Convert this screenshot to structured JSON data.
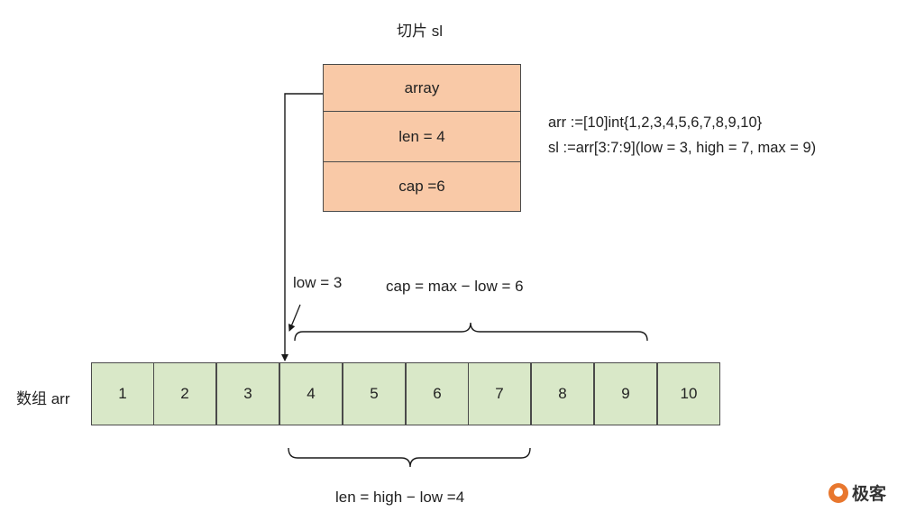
{
  "slice": {
    "title": "切片 sl",
    "fields": [
      "array",
      "len = 4",
      "cap =6"
    ]
  },
  "code": {
    "line1": "arr :=[10]int{1,2,3,4,5,6,7,8,9,10}",
    "line2": "sl :=arr[3:7:9](low = 3, high = 7, max = 9)"
  },
  "array": {
    "label": "数组 arr",
    "cells": [
      "1",
      "2",
      "3",
      "4",
      "5",
      "6",
      "7",
      "8",
      "9",
      "10"
    ]
  },
  "annotations": {
    "low": "low = 3",
    "cap": "cap = max − low = 6",
    "len": "len = high − low =4"
  },
  "logo": {
    "text": "极客"
  }
}
